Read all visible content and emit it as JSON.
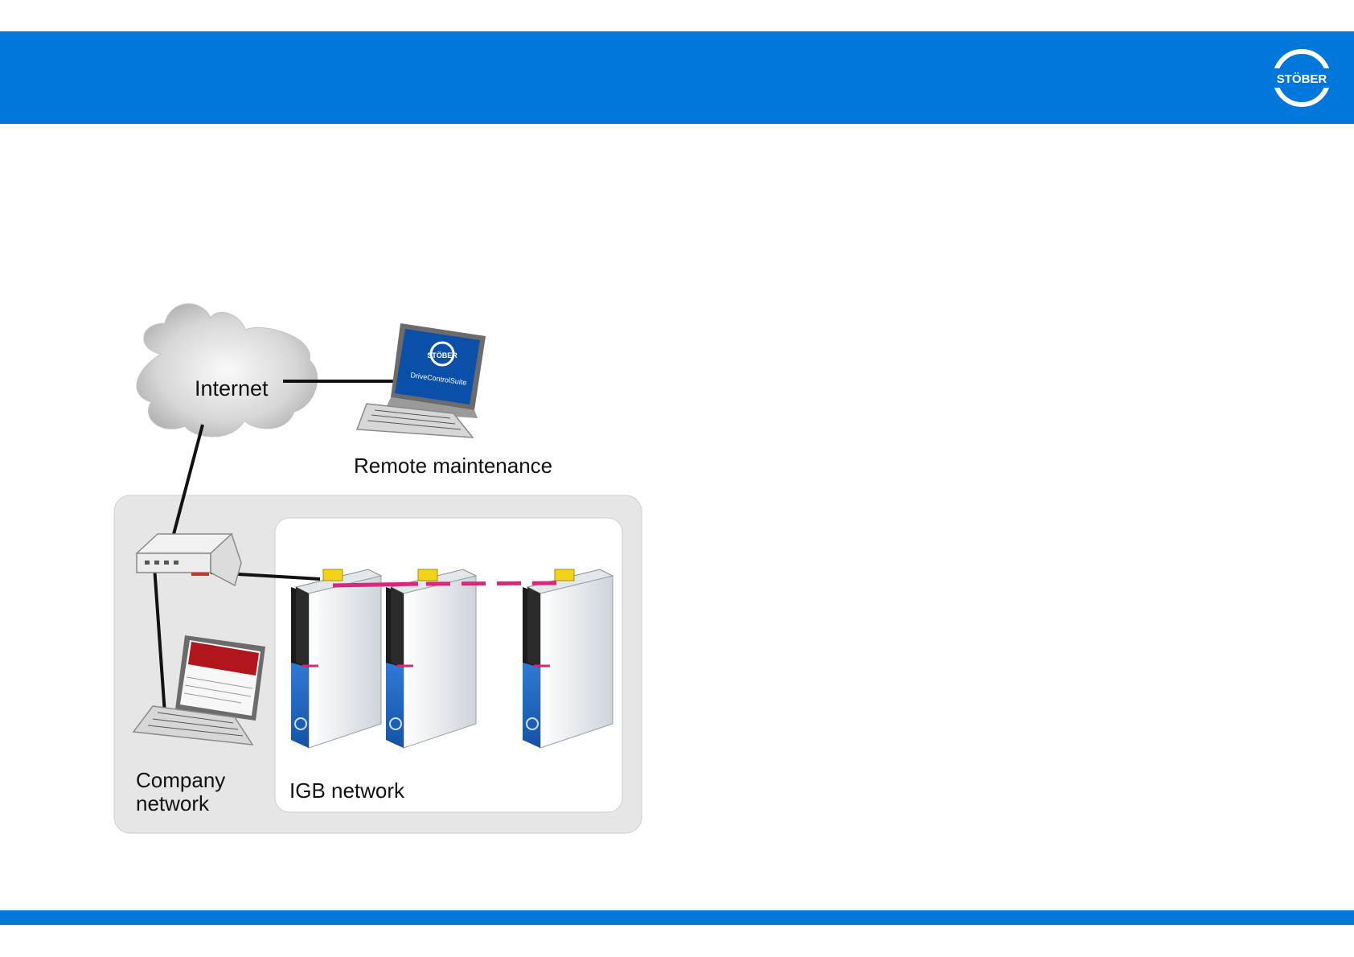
{
  "header": {
    "brand": "STÖBER",
    "brand_color": "#0077db"
  },
  "diagram": {
    "labels": {
      "internet": "Internet",
      "remote_maintenance": "Remote maintenance",
      "company_network": "Company network",
      "igb_network": "IGB network"
    },
    "laptop_screen_text": {
      "brand": "STÖBER",
      "product": "DriveControlSuite"
    },
    "link_color_ethernet": "#111111",
    "link_color_igb": "#e0247a"
  }
}
